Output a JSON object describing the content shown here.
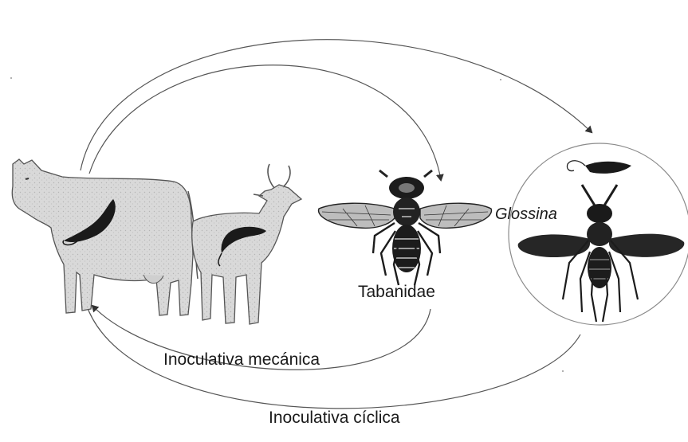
{
  "labels": {
    "tabanidae": "Tabanidae",
    "glossina": "Glossina",
    "mecanica": "Inoculativa mecánica",
    "ciclica": "Inoculativa cíclica"
  },
  "icons": {
    "cow": "cow-icon",
    "goat": "goat-icon",
    "tabanid_fly": "tabanid-fly-icon",
    "tsetse_fly": "tsetse-fly-icon",
    "trypanosome": "trypanosome-icon"
  },
  "colors": {
    "line": "#444444",
    "animal_fill": "#d6d6d6",
    "parasite": "#1a1a1a",
    "insect": "#1c1c1c"
  }
}
